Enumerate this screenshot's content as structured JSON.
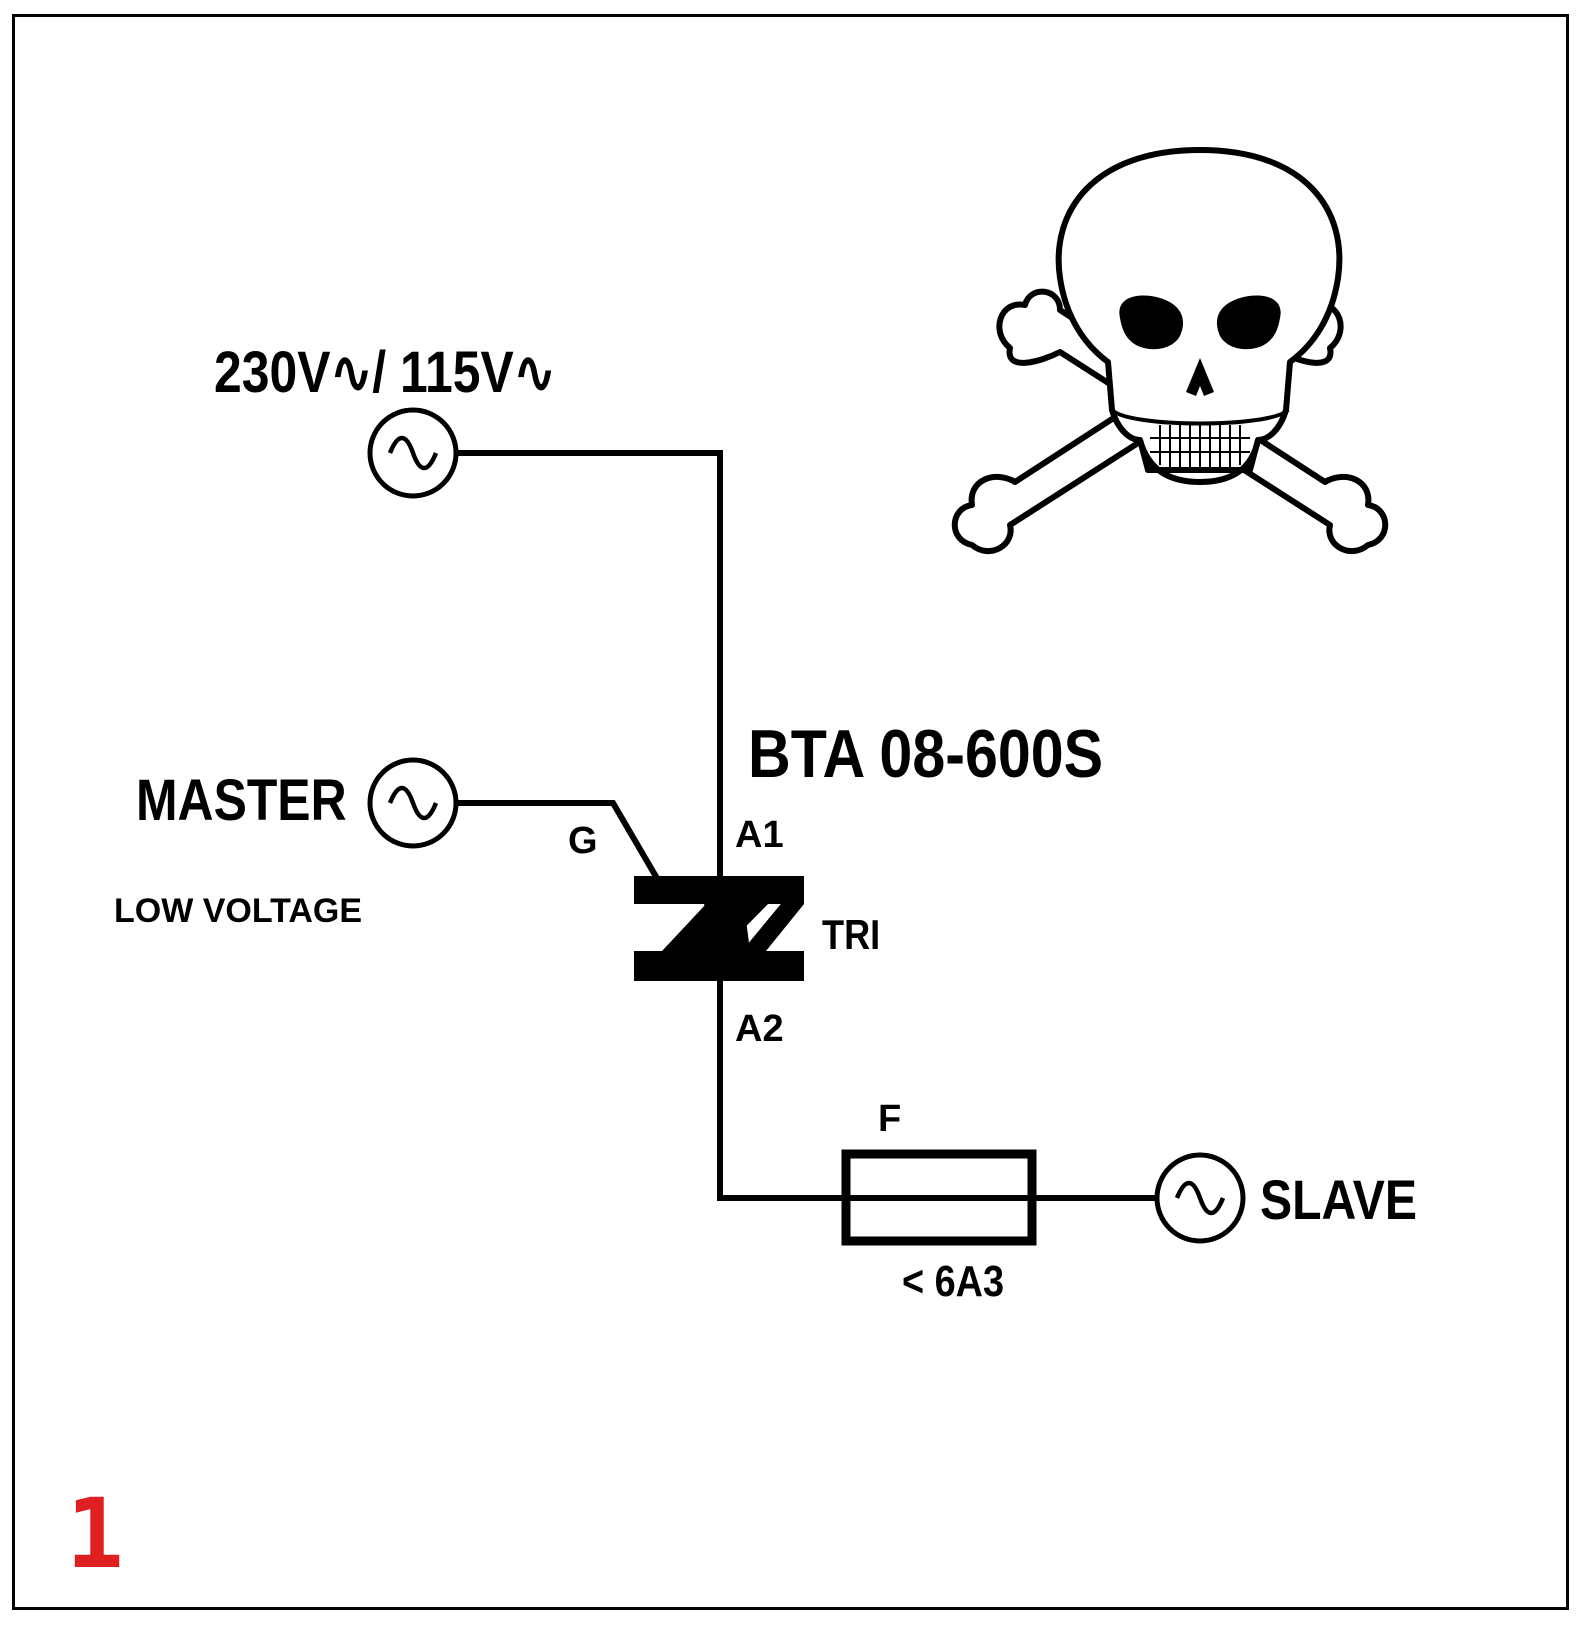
{
  "diagram": {
    "mains_label": "230V∿/ 115V∿",
    "part_number": "BTA 08-600S",
    "master_label": "MASTER",
    "low_voltage_label": "LOW VOLTAGE",
    "gate_label": "G",
    "a1_label": "A1",
    "a2_label": "A2",
    "triac_label": "TRI",
    "fuse_label": "F",
    "fuse_rating": "< 6A3",
    "slave_label": "SLAVE",
    "figure_number": "1"
  },
  "icons": {
    "ac_source": "ac-source-icon",
    "triac": "triac-symbol-icon",
    "fuse": "fuse-icon",
    "warning": "skull-crossbones-icon"
  },
  "colors": {
    "line": "#000000",
    "figure_number": "#e02020",
    "background": "#ffffff"
  }
}
